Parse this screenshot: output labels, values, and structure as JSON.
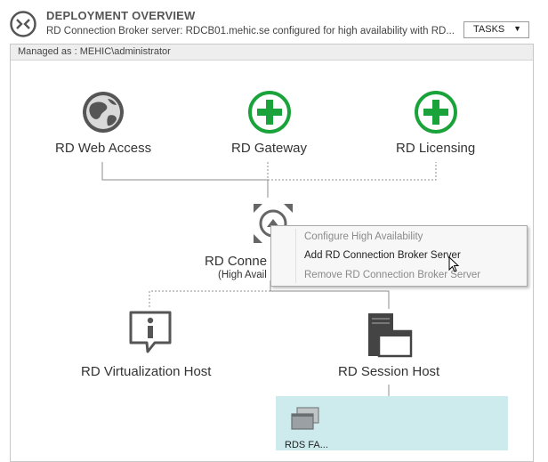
{
  "header": {
    "title": "DEPLOYMENT OVERVIEW",
    "subtitle": "RD Connection Broker server: RDCB01.mehic.se configured for high availability with RD...",
    "tasks_label": "TASKS",
    "icon": "deployment-icon"
  },
  "managed_as": "Managed as : MEHIC\\administrator",
  "nodes": {
    "web_access": {
      "label": "RD Web Access",
      "icon": "globe-icon"
    },
    "gateway": {
      "label": "RD Gateway",
      "icon": "add-plus-icon"
    },
    "licensing": {
      "label": "RD Licensing",
      "icon": "add-plus-icon"
    },
    "connection_broker": {
      "label": "RD Conne",
      "sub": "(High Avail",
      "icon": "connection-broker-icon"
    },
    "virtualization_host": {
      "label": "RD Virtualization Host",
      "icon": "info-callout-icon"
    },
    "session_host": {
      "label": "RD Session Host",
      "icon": "server-window-icon"
    }
  },
  "context_menu": {
    "items": [
      {
        "label": "Configure High Availability",
        "enabled": false
      },
      {
        "label": "Add RD Connection Broker Server",
        "enabled": true
      },
      {
        "label": "Remove RD Connection Broker Server",
        "enabled": false
      }
    ]
  },
  "collection": {
    "label": "RDS FA...",
    "icon": "windows-stack-icon"
  },
  "colors": {
    "accent_green": "#1aa33a",
    "collection_bg": "#cdeaec",
    "menu_bg": "#f7f7f7"
  }
}
